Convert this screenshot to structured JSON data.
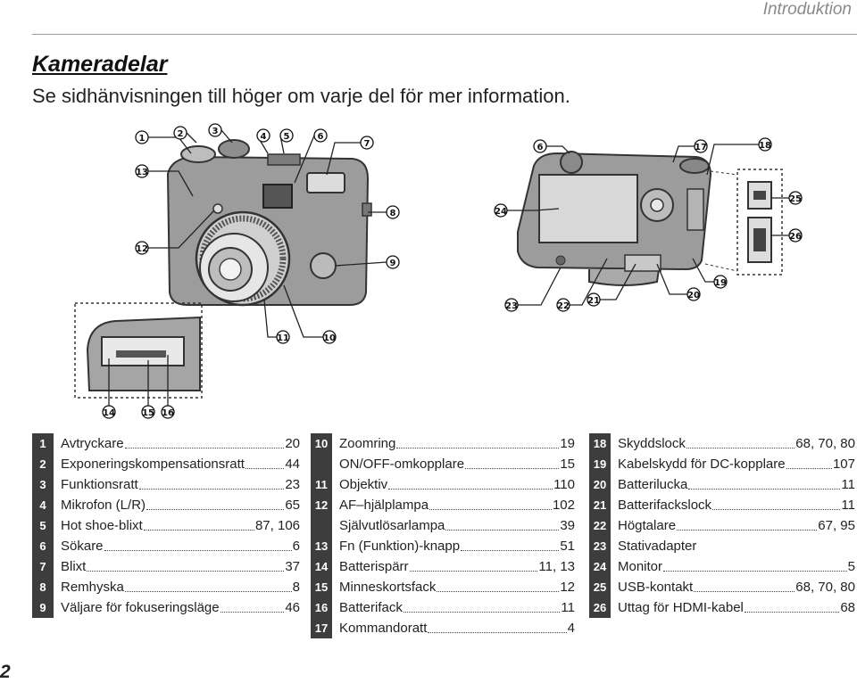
{
  "header": {
    "section": "Introduktion"
  },
  "title": "Kameradelar",
  "subtitle": "Se sidhänvisningen till höger om varje del för mer information.",
  "page_number": "2",
  "figure": {
    "callouts_front": [
      "1",
      "2",
      "3",
      "4",
      "5",
      "6",
      "7",
      "8",
      "9",
      "10",
      "11",
      "12",
      "13"
    ],
    "callouts_bottom": [
      "14",
      "15",
      "16"
    ],
    "callouts_back": [
      "6",
      "17",
      "18",
      "24",
      "25",
      "26",
      "23",
      "22",
      "21",
      "20",
      "19"
    ]
  },
  "parts": {
    "col1": [
      {
        "n": "1",
        "label": "Avtryckare",
        "page": "20"
      },
      {
        "n": "2",
        "label": "Exponeringskompensationsratt",
        "page": "44"
      },
      {
        "n": "3",
        "label": "Funktionsratt",
        "page": "23"
      },
      {
        "n": "4",
        "label": "Mikrofon (L/R)",
        "page": "65"
      },
      {
        "n": "5",
        "label": "Hot shoe-blixt",
        "page": "87, 106"
      },
      {
        "n": "6",
        "label": "Sökare",
        "page": "6"
      },
      {
        "n": "7",
        "label": "Blixt",
        "page": "37"
      },
      {
        "n": "8",
        "label": "Remhyska",
        "page": "8"
      },
      {
        "n": "9",
        "label": "Väljare för fokuseringsläge",
        "page": "46"
      }
    ],
    "col2": [
      {
        "n": "10",
        "label": "Zoomring",
        "page": "19"
      },
      {
        "n": "",
        "label": "ON/OFF-omkopplare",
        "page": "15"
      },
      {
        "n": "11",
        "label": "Objektiv",
        "page": "110"
      },
      {
        "n": "12",
        "label": "AF–hjälplampa",
        "page": "102"
      },
      {
        "n": "",
        "label": "Självutlösarlampa",
        "page": "39"
      },
      {
        "n": "13",
        "label": "Fn (Funktion)-knapp",
        "page": "51"
      },
      {
        "n": "14",
        "label": "Batterispärr",
        "page": "11, 13"
      },
      {
        "n": "15",
        "label": "Minneskortsfack",
        "page": "12"
      },
      {
        "n": "16",
        "label": "Batterifack",
        "page": "11"
      },
      {
        "n": "17",
        "label": "Kommandoratt",
        "page": "4"
      }
    ],
    "col3": [
      {
        "n": "18",
        "label": "Skyddslock",
        "page": "68, 70, 80"
      },
      {
        "n": "19",
        "label": "Kabelskydd för DC-kopplare",
        "page": "107"
      },
      {
        "n": "20",
        "label": "Batterilucka",
        "page": "11"
      },
      {
        "n": "21",
        "label": "Batterifackslock",
        "page": "11"
      },
      {
        "n": "22",
        "label": "Högtalare",
        "page": "67, 95"
      },
      {
        "n": "23",
        "label": "Stativadapter",
        "page": ""
      },
      {
        "n": "24",
        "label": "Monitor",
        "page": "5"
      },
      {
        "n": "25",
        "label": "USB-kontakt",
        "page": "68, 70, 80"
      },
      {
        "n": "26",
        "label": "Uttag för HDMI-kabel",
        "page": "68"
      }
    ]
  }
}
